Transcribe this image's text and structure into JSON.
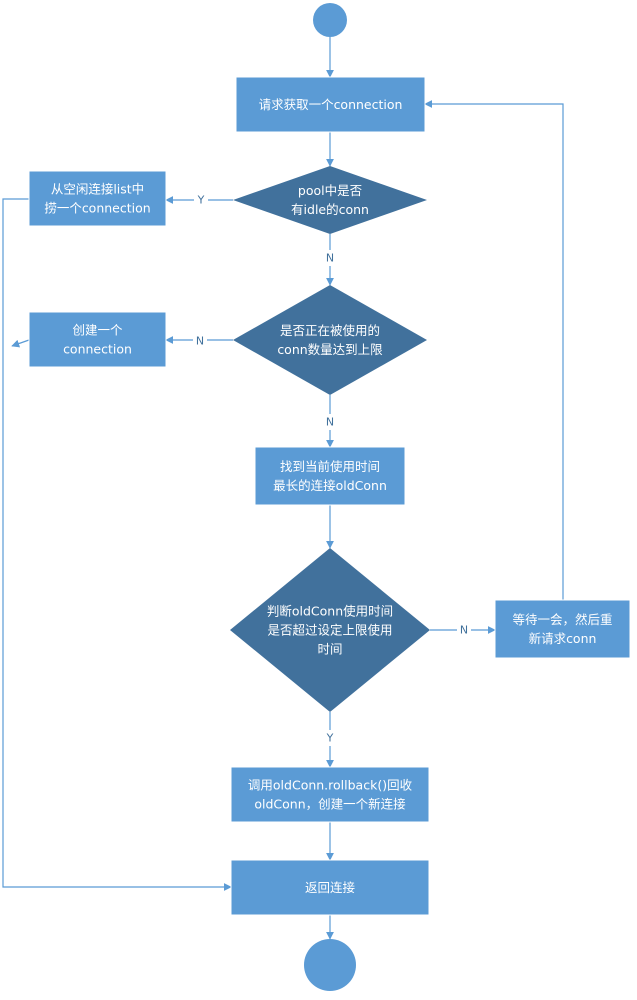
{
  "colors": {
    "box": "#5b9bd5",
    "box_border": "#ffffff",
    "diamond": "#41719c",
    "line": "#5b9bd5",
    "text": "#ffffff",
    "edge_label": "#41719c"
  },
  "nodes": {
    "start": {
      "shape": "circle"
    },
    "request": {
      "shape": "process",
      "lines": [
        "请求获取一个connection"
      ]
    },
    "idle_check": {
      "shape": "decision",
      "lines": [
        "pool中是否",
        "有idle的conn"
      ]
    },
    "take_idle": {
      "shape": "process",
      "lines": [
        "从空闲连接list中",
        "捞一个connection"
      ]
    },
    "limit_check": {
      "shape": "decision",
      "lines": [
        "是否正在被使用的",
        "conn数量达到上限"
      ]
    },
    "create": {
      "shape": "process",
      "lines": [
        "创建一个",
        "connection"
      ]
    },
    "find_oldest": {
      "shape": "process",
      "lines": [
        "找到当前使用时间",
        "最长的连接oldConn"
      ]
    },
    "timeout_check": {
      "shape": "decision",
      "lines": [
        "判断oldConn使用时间",
        "是否超过设定上限使用",
        "时间"
      ]
    },
    "wait": {
      "shape": "process",
      "lines": [
        "等待一会，然后重",
        "新请求conn"
      ]
    },
    "rollback": {
      "shape": "process",
      "lines": [
        "调用oldConn.rollback()回收",
        "oldConn，创建一个新连接"
      ]
    },
    "return": {
      "shape": "process",
      "lines": [
        "返回连接"
      ]
    },
    "end": {
      "shape": "circle"
    }
  },
  "edges": [
    {
      "from": "start",
      "to": "request",
      "label": ""
    },
    {
      "from": "request",
      "to": "idle_check",
      "label": ""
    },
    {
      "from": "idle_check",
      "to": "take_idle",
      "label": "Y"
    },
    {
      "from": "idle_check",
      "to": "limit_check",
      "label": "N"
    },
    {
      "from": "limit_check",
      "to": "create",
      "label": "N"
    },
    {
      "from": "limit_check",
      "to": "find_oldest",
      "label": "N"
    },
    {
      "from": "find_oldest",
      "to": "timeout_check",
      "label": ""
    },
    {
      "from": "timeout_check",
      "to": "wait",
      "label": "N"
    },
    {
      "from": "timeout_check",
      "to": "rollback",
      "label": "Y"
    },
    {
      "from": "wait",
      "to": "request",
      "label": ""
    },
    {
      "from": "take_idle",
      "to": "return",
      "label": ""
    },
    {
      "from": "create",
      "to": "return",
      "label": ""
    },
    {
      "from": "rollback",
      "to": "return",
      "label": ""
    },
    {
      "from": "return",
      "to": "end",
      "label": ""
    }
  ]
}
